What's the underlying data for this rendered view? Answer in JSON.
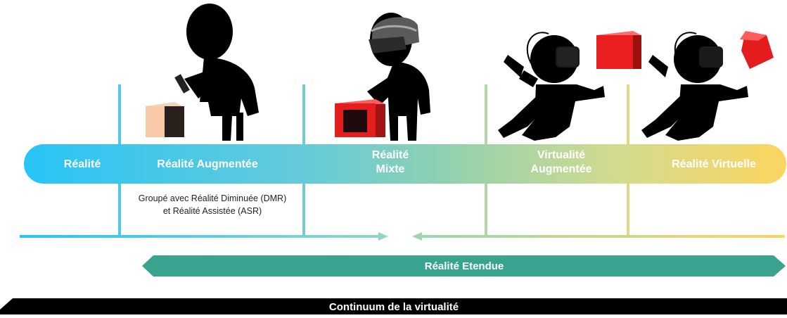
{
  "spectrum": {
    "labels": {
      "reality": "Réalité",
      "augmented_reality": "Réalité Augmentée",
      "mixed_reality": "Réalité\nMixte",
      "augmented_virtuality": "Virtualité\nAugmentée",
      "virtual_reality": "Réalité Virtuelle"
    },
    "gradient_colors": [
      "#29c4f6",
      "#67cbd8",
      "#8fd0b0",
      "#d3db8e",
      "#fbd561"
    ]
  },
  "ar_note": "Groupé avec Réalité Diminuée (DMR)\net Réalité Assistée (ASR)",
  "extended_reality": {
    "label": "Réalité Etendue",
    "color": "#38a38e"
  },
  "continuum": {
    "label": "Continuum de la virtualité",
    "color": "#000000"
  },
  "figures": [
    {
      "name": "person-with-tablet",
      "headset": "none",
      "cube": "real-cube"
    },
    {
      "name": "person-with-ar-headset",
      "headset": "ar-headset-icon",
      "cube": "red-cube"
    },
    {
      "name": "person-with-vr-headset-1",
      "headset": "vr-headset-icon",
      "cube": "red-cube"
    },
    {
      "name": "person-with-vr-headset-2",
      "headset": "vr-headset-icon",
      "cube": "red-cube-tilted"
    }
  ]
}
